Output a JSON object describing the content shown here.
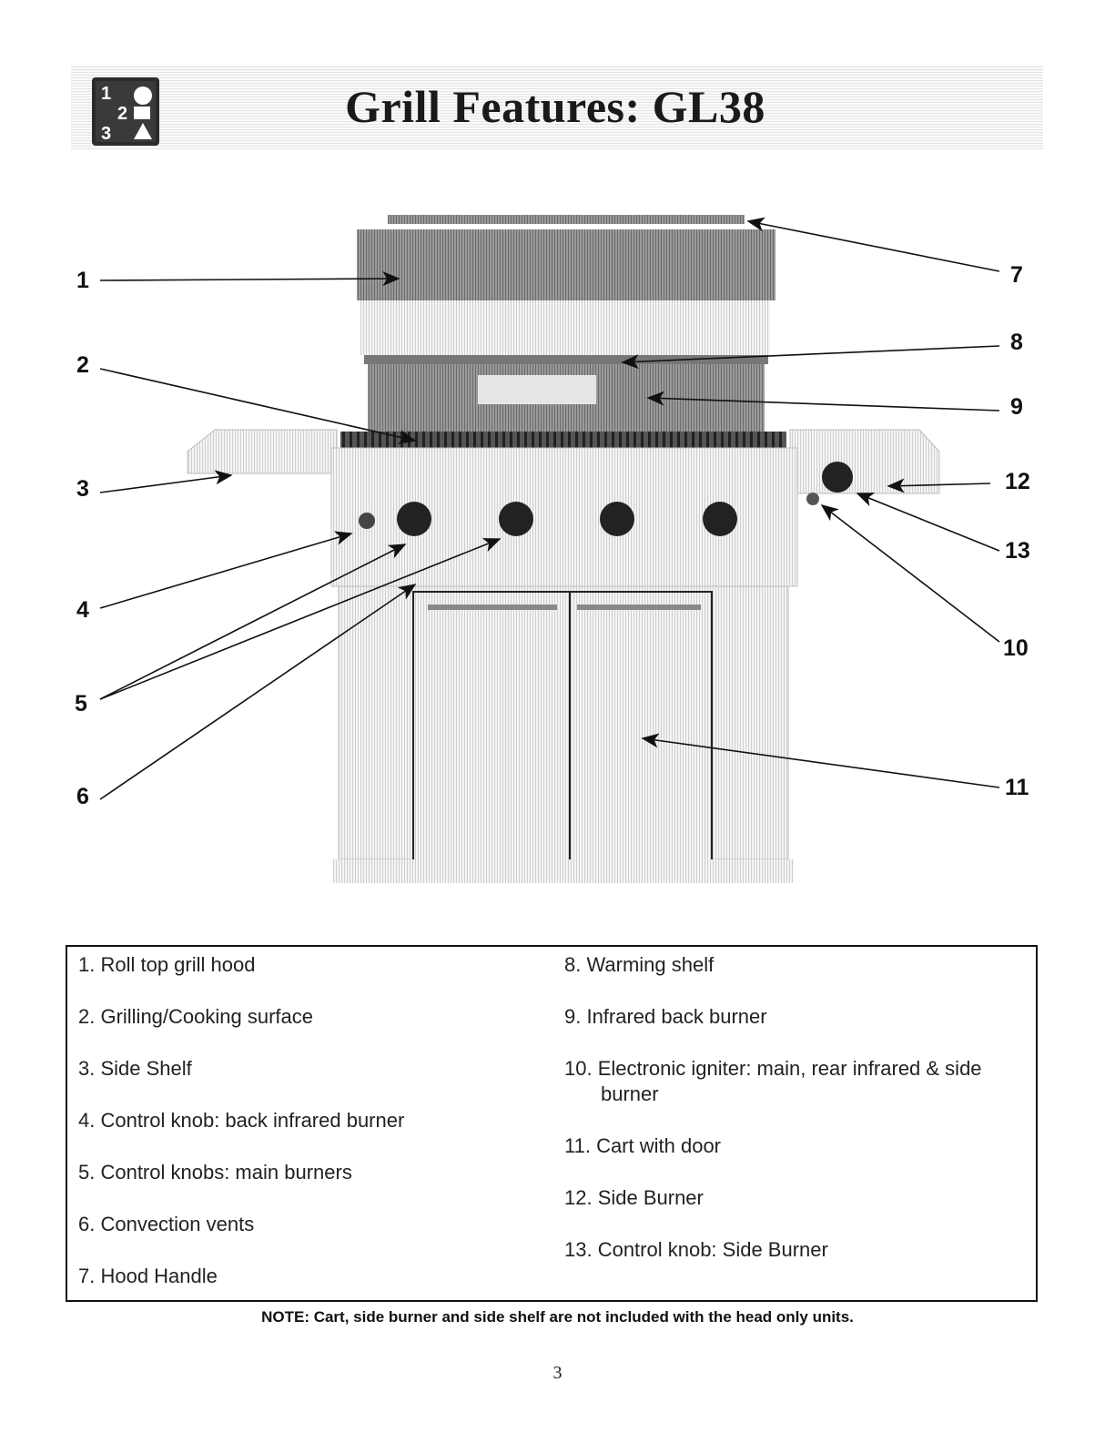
{
  "header": {
    "title": "Grill Features: GL38",
    "logo_icon": "steps-1-2-3-icon",
    "logo_digits": [
      "1",
      "2",
      "3"
    ]
  },
  "callouts": [
    "1",
    "2",
    "3",
    "4",
    "5",
    "6",
    "7",
    "8",
    "9",
    "10",
    "11",
    "12",
    "13"
  ],
  "legend": {
    "left": [
      "1. Roll top grill hood",
      "2. Grilling/Cooking surface",
      "3. Side Shelf",
      "4. Control knob: back infrared burner",
      "5. Control knobs: main burners",
      "6. Convection vents",
      "7. Hood Handle"
    ],
    "right": [
      "8. Warming shelf",
      "9. Infrared back burner",
      "10. Electronic igniter: main, rear infrared & side",
      "burner",
      "11. Cart with door",
      "12. Side Burner",
      "13. Control knob: Side Burner"
    ]
  },
  "note": "NOTE: Cart, side burner and side shelf are not included with the head only units.",
  "page_number": "3"
}
